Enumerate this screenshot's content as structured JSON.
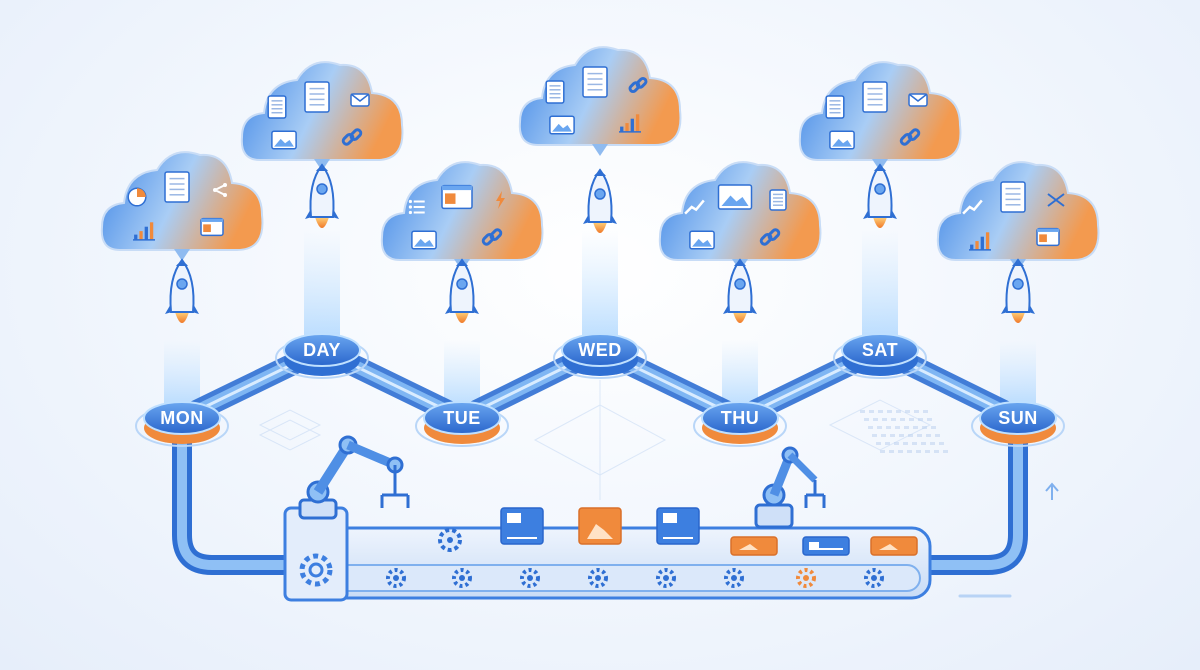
{
  "days": [
    {
      "label": "MON",
      "icons": [
        "pie-chart-icon",
        "document-icon",
        "share-icon",
        "bar-chart-icon",
        "browser-window-icon"
      ]
    },
    {
      "label": "DAY",
      "icons": [
        "document-icon",
        "document-icon",
        "mail-icon",
        "image-icon",
        "link-icon"
      ]
    },
    {
      "label": "TUE",
      "icons": [
        "list-icon",
        "browser-window-icon",
        "lightning-icon",
        "image-icon",
        "link-icon"
      ]
    },
    {
      "label": "WED",
      "icons": [
        "document-icon",
        "document-icon",
        "link-icon",
        "image-icon",
        "bar-chart-icon"
      ]
    },
    {
      "label": "THU",
      "icons": [
        "trend-chart-icon",
        "image-icon",
        "document-icon",
        "image-icon",
        "link-icon"
      ]
    },
    {
      "label": "SAT",
      "icons": [
        "document-icon",
        "document-icon",
        "mail-icon",
        "image-icon",
        "link-icon"
      ]
    },
    {
      "label": "SUN",
      "icons": [
        "trend-chart-icon",
        "document-icon",
        "shuffle-icon",
        "bar-chart-icon",
        "browser-window-icon"
      ]
    }
  ],
  "conveyor_items": [
    "gear-icon",
    "article-card-icon",
    "image-card-icon",
    "article-card-icon",
    "image-card-icon",
    "article-card-icon",
    "image-card-icon"
  ],
  "colors": {
    "primary_blue": "#3d7fe0",
    "light_blue": "#8fc0f5",
    "accent_orange": "#f08a3c",
    "pale_blue": "#dce9fb"
  }
}
